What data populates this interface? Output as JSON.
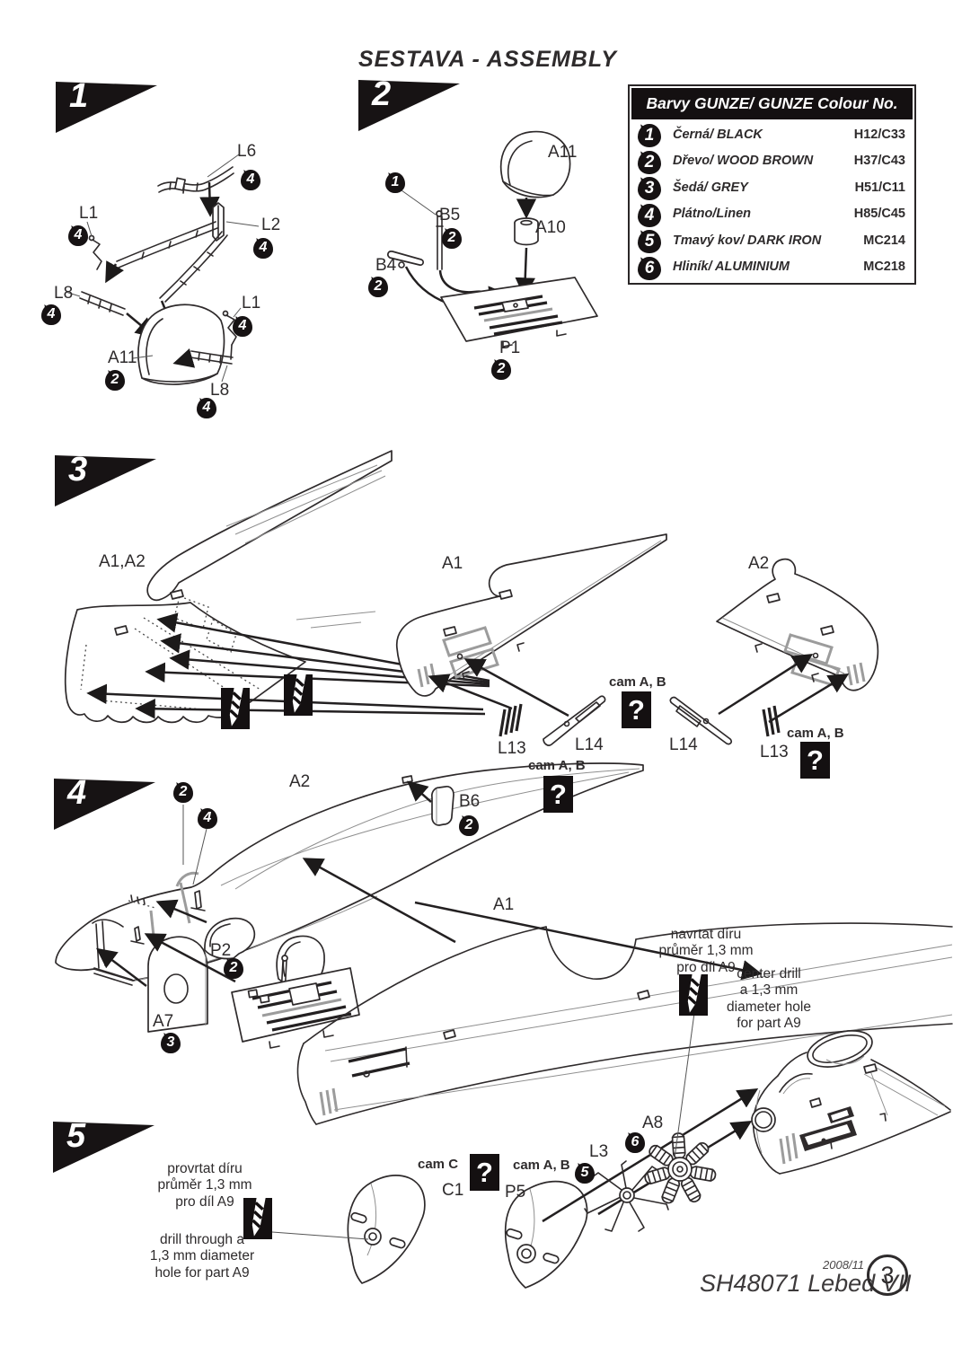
{
  "title": "SESTAVA -  ASSEMBLY",
  "steps": {
    "s1": "1",
    "s2": "2",
    "s3": "3",
    "s4": "4",
    "s5": "5"
  },
  "color_table": {
    "title": "Barvy GUNZE/ GUNZE Colour No.",
    "rows": [
      {
        "num": "1",
        "name": "Černá/ BLACK",
        "code": "H12/C33"
      },
      {
        "num": "2",
        "name": "Dřevo/ WOOD BROWN",
        "code": "H37/C43"
      },
      {
        "num": "3",
        "name": "Šedá/ GREY",
        "code": "H51/C11"
      },
      {
        "num": "4",
        "name": "Plátno/Linen",
        "code": "H85/C45"
      },
      {
        "num": "5",
        "name": "Tmavý kov/ DARK IRON",
        "code": "MC214"
      },
      {
        "num": "6",
        "name": "Hliník/ ALUMINIUM",
        "code": "MC218"
      }
    ]
  },
  "labels": {
    "s1_l6": "L6",
    "s1_l1a": "L1",
    "s1_l2": "L2",
    "s1_l8a": "L8",
    "s1_a11": "A11",
    "s1_l1b": "L1",
    "s1_l8b": "L8",
    "s2_a11": "A11",
    "s2_b5": "B5",
    "s2_a10": "A10",
    "s2_b4": "B4",
    "s2_p1": "P1",
    "s3_a1a2": "A1,A2",
    "s3_a1": "A1",
    "s3_a2": "A2",
    "s3_l13a": "L13",
    "s3_l14a": "L14",
    "s3_l14b": "L14",
    "s3_l13b": "L13",
    "s4_a2": "A2",
    "s4_b6": "B6",
    "s4_a1": "A1",
    "s4_p2": "P2",
    "s4_a7": "A7",
    "s5_c1": "C1",
    "s5_p5": "P5",
    "s5_l3": "L3",
    "s5_a8": "A8"
  },
  "paints": {
    "s1_l6": "4",
    "s1_l1a": "4",
    "s1_l2": "4",
    "s1_l8a": "4",
    "s1_a11": "2",
    "s1_l1b": "4",
    "s1_l8b": "4",
    "s2_top": "1",
    "s2_b5": "2",
    "s2_b4": "2",
    "s2_p1": "2",
    "s4_strut_a": "2",
    "s4_strut_b": "4",
    "s4_b6": "2",
    "s4_p2": "2",
    "s4_a7": "3",
    "s5_l3": "5",
    "s5_a8": "6"
  },
  "cam_labels": {
    "ab": "cam  A, B",
    "c": "cam  C",
    "q": "?"
  },
  "notes": {
    "drill_cz_1": "navrtat díru",
    "drill_cz_2": "průměr 1,3 mm",
    "drill_cz_3": "pro díl A9",
    "drill_en_1": "center drill",
    "drill_en_2": "a 1,3 mm",
    "drill_en_3": "diameter hole",
    "drill_en_4": "for part A9",
    "drill2_cz_1": "provrtat díru",
    "drill2_cz_2": "průměr 1,3 mm",
    "drill2_cz_3": "pro díl A9",
    "drill2_en_1": "drill through a",
    "drill2_en_2": "1,3 mm diameter",
    "drill2_en_3": "hole for part A9"
  },
  "footer": {
    "date": "2008/11",
    "kit": "SH48071  Lebed VII",
    "page": "3"
  }
}
